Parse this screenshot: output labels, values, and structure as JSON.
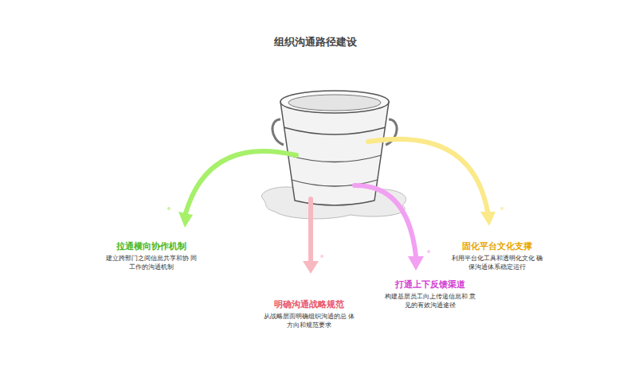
{
  "diagram": {
    "title": "组织沟通路径建设",
    "nodes": [
      {
        "text": [
          "拉通横向协作机制",
          "建立跨部门之间信息共享和协 同工作的沟通机制"
        ]
      },
      {
        "text": [
          "明确沟通战略规范",
          "从战略层面明确组织沟通的总 体方向和规范要求"
        ]
      },
      {
        "text": [
          "打通上下反馈渠道",
          "构建基层员工向上传递信息和 意见的有效沟通途径"
        ]
      },
      {
        "text": [
          "固化平台文化支撑",
          "利用平台化工具和透明化文化 确保沟通体系稳定运行"
        ]
      }
    ],
    "edges": []
  }
}
